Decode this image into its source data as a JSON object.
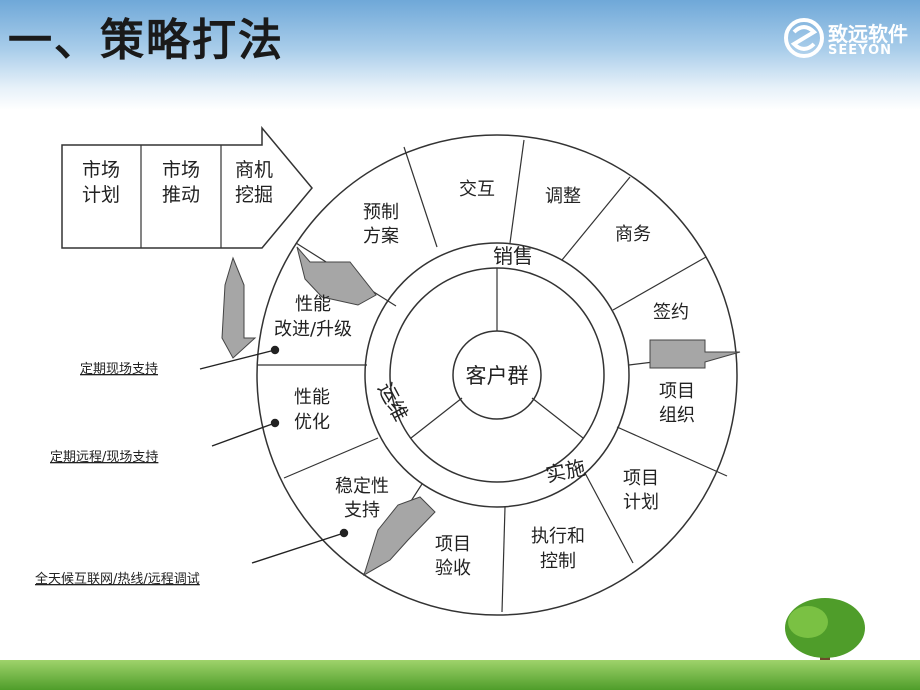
{
  "title": "一、策略打法",
  "logo": {
    "name": "致远软件",
    "sub": "SEEYON"
  },
  "arrow": {
    "cells": [
      [
        "市场",
        "计划"
      ],
      [
        "市场",
        "推动"
      ],
      [
        "商机",
        "挖掘"
      ]
    ]
  },
  "center": "客户群",
  "inner_ring": {
    "sales": "销售",
    "ops": "运维",
    "impl": "实施"
  },
  "segments": {
    "preplan": [
      "预制",
      "方案"
    ],
    "interact": "交互",
    "adjust": "调整",
    "business": "商务",
    "sign": "签约",
    "proj_org": [
      "项目",
      "组织"
    ],
    "proj_plan": [
      "项目",
      "计划"
    ],
    "exec_ctrl": [
      "执行和",
      "控制"
    ],
    "proj_accept": [
      "项目",
      "验收"
    ],
    "stable": [
      "稳定性",
      "支持"
    ],
    "perf_opt": [
      "性能",
      "优化"
    ],
    "perf_up": [
      "性能",
      "改进/升级"
    ]
  },
  "callouts": {
    "onsite": "定期现场支持",
    "remote": "定期远程/现场支持",
    "allday": "全天候互联网/热线/远程调试"
  }
}
